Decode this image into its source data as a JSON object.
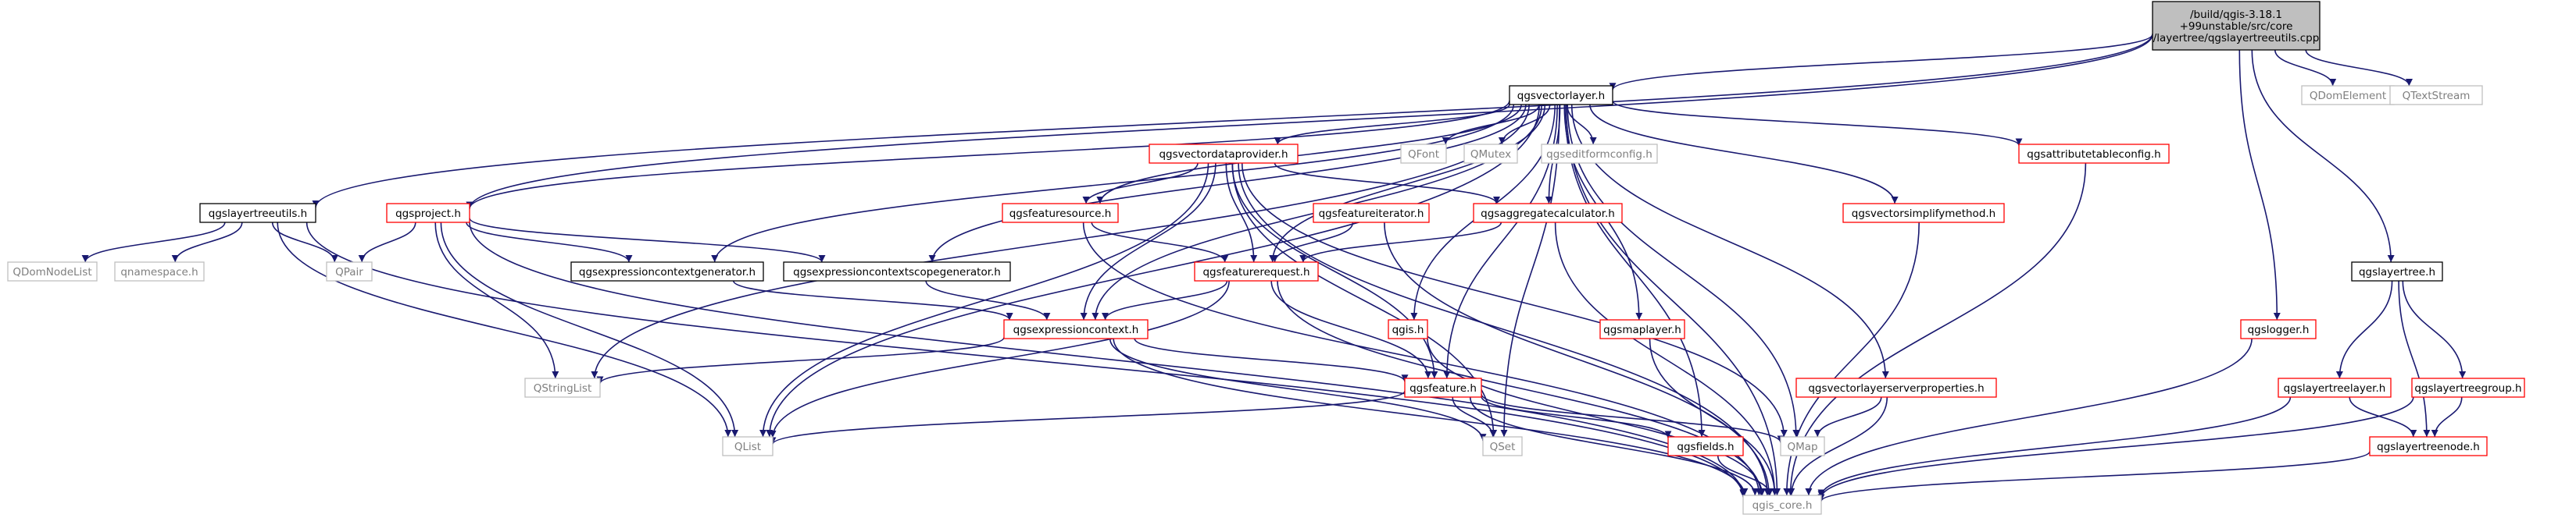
{
  "colors": {
    "background": "#ffffff",
    "edge": "#191970",
    "focus_fill": "#bfbfbf",
    "red_border": "#ff0000",
    "black_border": "#000000",
    "gray_border": "#bfbfbf",
    "gray_text": "#7f7f7f",
    "text": "#000000"
  },
  "nodes": [
    {
      "id": "root",
      "label": "/build/qgis-3.18.1\n+99unstable/src/core\n/layertree/qgslayertreeutils.cpp",
      "style": "focus"
    },
    {
      "id": "qgsvectorlayer",
      "label": "qgsvectorlayer.h",
      "style": "black"
    },
    {
      "id": "qdomelement",
      "label": "QDomElement",
      "style": "gray"
    },
    {
      "id": "qtextstream",
      "label": "QTextStream",
      "style": "gray"
    },
    {
      "id": "qgslayertreeutils",
      "label": "qgslayertreeutils.h",
      "style": "black"
    },
    {
      "id": "qgsproject",
      "label": "qgsproject.h",
      "style": "red"
    },
    {
      "id": "qgsvectordataprovider",
      "label": "qgsvectordataprovider.h",
      "style": "red"
    },
    {
      "id": "qfont",
      "label": "QFont",
      "style": "gray"
    },
    {
      "id": "qmutex",
      "label": "QMutex",
      "style": "gray"
    },
    {
      "id": "qgseditformconfig",
      "label": "qgseditformconfig.h",
      "style": "gray"
    },
    {
      "id": "qgsattributetableconfig",
      "label": "qgsattributetableconfig.h",
      "style": "red"
    },
    {
      "id": "qgslogger",
      "label": "qgslogger.h",
      "style": "red"
    },
    {
      "id": "qgslayertree",
      "label": "qgslayertree.h",
      "style": "black"
    },
    {
      "id": "qdomnodelist",
      "label": "QDomNodeList",
      "style": "gray"
    },
    {
      "id": "qnamespace",
      "label": "qnamespace.h",
      "style": "gray"
    },
    {
      "id": "qpair",
      "label": "QPair",
      "style": "gray"
    },
    {
      "id": "qgsexpressioncontextgenerator",
      "label": "qgsexpressioncontextgenerator.h",
      "style": "black"
    },
    {
      "id": "qgsexpressioncontextscopegenerator",
      "label": "qgsexpressioncontextscopegenerator.h",
      "style": "black"
    },
    {
      "id": "qgsfeaturesource",
      "label": "qgsfeaturesource.h",
      "style": "red"
    },
    {
      "id": "qgsfeatureiterator",
      "label": "qgsfeatureiterator.h",
      "style": "red"
    },
    {
      "id": "qgsaggregatecalculator",
      "label": "qgsaggregatecalculator.h",
      "style": "red"
    },
    {
      "id": "qgsvectorsimplifymethod",
      "label": "qgsvectorsimplifymethod.h",
      "style": "red"
    },
    {
      "id": "qgsfeaturerequest",
      "label": "qgsfeaturerequest.h",
      "style": "red"
    },
    {
      "id": "qgsexpressioncontext",
      "label": "qgsexpressioncontext.h",
      "style": "red"
    },
    {
      "id": "qgis",
      "label": "qgis.h",
      "style": "red"
    },
    {
      "id": "qgsmaplayer",
      "label": "qgsmaplayer.h",
      "style": "red"
    },
    {
      "id": "qgsvectorlayerserverproperties",
      "label": "qgsvectorlayerserverproperties.h",
      "style": "red"
    },
    {
      "id": "qstringlist",
      "label": "QStringList",
      "style": "gray"
    },
    {
      "id": "qgsfeature",
      "label": "qgsfeature.h",
      "style": "red"
    },
    {
      "id": "qgslayertreelayer",
      "label": "qgslayertreelayer.h",
      "style": "red"
    },
    {
      "id": "qgslayertreegroup",
      "label": "qgslayertreegroup.h",
      "style": "red"
    },
    {
      "id": "qlist",
      "label": "QList",
      "style": "gray"
    },
    {
      "id": "qset",
      "label": "QSet",
      "style": "gray"
    },
    {
      "id": "qgsfields",
      "label": "qgsfields.h",
      "style": "red"
    },
    {
      "id": "qmap",
      "label": "QMap",
      "style": "gray"
    },
    {
      "id": "qgslayertreenode",
      "label": "qgslayertreenode.h",
      "style": "red"
    },
    {
      "id": "qgis_core",
      "label": "qgis_core.h",
      "style": "gray"
    }
  ],
  "edges": [
    [
      "root",
      "qgsvectorlayer"
    ],
    [
      "root",
      "qdomelement"
    ],
    [
      "root",
      "qtextstream"
    ],
    [
      "root",
      "qgslayertreeutils"
    ],
    [
      "root",
      "qgsproject"
    ],
    [
      "root",
      "qgslogger"
    ],
    [
      "root",
      "qgslayertree"
    ],
    [
      "qgslayertreeutils",
      "qdomnodelist"
    ],
    [
      "qgslayertreeutils",
      "qnamespace"
    ],
    [
      "qgslayertreeutils",
      "qpair"
    ],
    [
      "qgslayertreeutils",
      "qlist"
    ],
    [
      "qgslayertreeutils",
      "qgis_core"
    ],
    [
      "qgsproject",
      "qpair"
    ],
    [
      "qgsproject",
      "qgsexpressioncontextgenerator"
    ],
    [
      "qgsproject",
      "qgsexpressioncontextscopegenerator"
    ],
    [
      "qgsproject",
      "qstringlist"
    ],
    [
      "qgsproject",
      "qlist"
    ],
    [
      "qgsproject",
      "qgis_core"
    ],
    [
      "qgsvectorlayer",
      "qgsproject"
    ],
    [
      "qgsvectorlayer",
      "qgsvectordataprovider"
    ],
    [
      "qgsvectorlayer",
      "qfont"
    ],
    [
      "qgsvectorlayer",
      "qmutex"
    ],
    [
      "qgsvectorlayer",
      "qgseditformconfig"
    ],
    [
      "qgsvectorlayer",
      "qgsattributetableconfig"
    ],
    [
      "qgsvectorlayer",
      "qgsexpressioncontextgenerator"
    ],
    [
      "qgsvectorlayer",
      "qgsexpressioncontextscopegenerator"
    ],
    [
      "qgsvectorlayer",
      "qgsfeaturesource"
    ],
    [
      "qgsvectorlayer",
      "qgsaggregatecalculator"
    ],
    [
      "qgsvectorlayer",
      "qgsvectorsimplifymethod"
    ],
    [
      "qgsvectorlayer",
      "qgsfeaturerequest"
    ],
    [
      "qgsvectorlayer",
      "qgsexpressioncontext"
    ],
    [
      "qgsvectorlayer",
      "qgis"
    ],
    [
      "qgsvectorlayer",
      "qgsmaplayer"
    ],
    [
      "qgsvectorlayer",
      "qgsvectorlayerserverproperties"
    ],
    [
      "qgsvectorlayer",
      "qstringlist"
    ],
    [
      "qgsvectorlayer",
      "qgsfeature"
    ],
    [
      "qgsvectorlayer",
      "qlist"
    ],
    [
      "qgsvectorlayer",
      "qset"
    ],
    [
      "qgsvectorlayer",
      "qgsfields"
    ],
    [
      "qgsvectorlayer",
      "qmap"
    ],
    [
      "qgsvectorlayer",
      "qgis_core"
    ],
    [
      "qgsvectordataprovider",
      "qgsfeaturesource"
    ],
    [
      "qgsvectordataprovider",
      "qgsaggregatecalculator"
    ],
    [
      "qgsvectordataprovider",
      "qgsfeaturerequest"
    ],
    [
      "qgsvectordataprovider",
      "qgsfeature"
    ],
    [
      "qgsvectordataprovider",
      "qlist"
    ],
    [
      "qgsvectordataprovider",
      "qset"
    ],
    [
      "qgsvectordataprovider",
      "qmap"
    ],
    [
      "qgsvectordataprovider",
      "qgis_core"
    ],
    [
      "qgsvectordataprovider",
      "qgsexpressioncontext"
    ],
    [
      "qgsfeaturesource",
      "qgsfeaturerequest"
    ],
    [
      "qgsfeaturesource",
      "qgis_core"
    ],
    [
      "qgsfeatureiterator",
      "qgsfeaturerequest"
    ],
    [
      "qgsfeatureiterator",
      "qgis_core"
    ],
    [
      "qgsaggregatecalculator",
      "qgsfeaturerequest"
    ],
    [
      "qgsaggregatecalculator",
      "qgis_core"
    ],
    [
      "qgsexpressioncontextgenerator",
      "qgsexpressioncontext"
    ],
    [
      "qgsexpressioncontextscopegenerator",
      "qgsexpressioncontext"
    ],
    [
      "qgsfeaturerequest",
      "qgsexpressioncontext"
    ],
    [
      "qgsfeaturerequest",
      "qgsfeature"
    ],
    [
      "qgsfeaturerequest",
      "qlist"
    ],
    [
      "qgsfeaturerequest",
      "qgis_core"
    ],
    [
      "qgsexpressioncontext",
      "qstringlist"
    ],
    [
      "qgsexpressioncontext",
      "qgsfeature"
    ],
    [
      "qgsexpressioncontext",
      "qset"
    ],
    [
      "qgsexpressioncontext",
      "qgis_core"
    ],
    [
      "qgsfeature",
      "qlist"
    ],
    [
      "qgsfeature",
      "qset"
    ],
    [
      "qgsfeature",
      "qgsfields"
    ],
    [
      "qgsfeature",
      "qmap"
    ],
    [
      "qgsfeature",
      "qgis_core"
    ],
    [
      "qgsfields",
      "qgis_core"
    ],
    [
      "qgis",
      "qgis_core"
    ],
    [
      "qgsmaplayer",
      "qgis_core"
    ],
    [
      "qgsvectorlayerserverproperties",
      "qmap"
    ],
    [
      "qgsvectorlayerserverproperties",
      "qgis_core"
    ],
    [
      "qgsvectorsimplifymethod",
      "qgis_core"
    ],
    [
      "qgsattributetableconfig",
      "qgis_core"
    ],
    [
      "qgslogger",
      "qgis_core"
    ],
    [
      "qgslayertree",
      "qgslayertreelayer"
    ],
    [
      "qgslayertree",
      "qgslayertreegroup"
    ],
    [
      "qgslayertree",
      "qgslayertreenode"
    ],
    [
      "qgslayertreelayer",
      "qgslayertreenode"
    ],
    [
      "qgslayertreelayer",
      "qgis_core"
    ],
    [
      "qgslayertreegroup",
      "qgslayertreenode"
    ],
    [
      "qgslayertreegroup",
      "qgis_core"
    ],
    [
      "qgslayertreenode",
      "qgis_core"
    ]
  ]
}
